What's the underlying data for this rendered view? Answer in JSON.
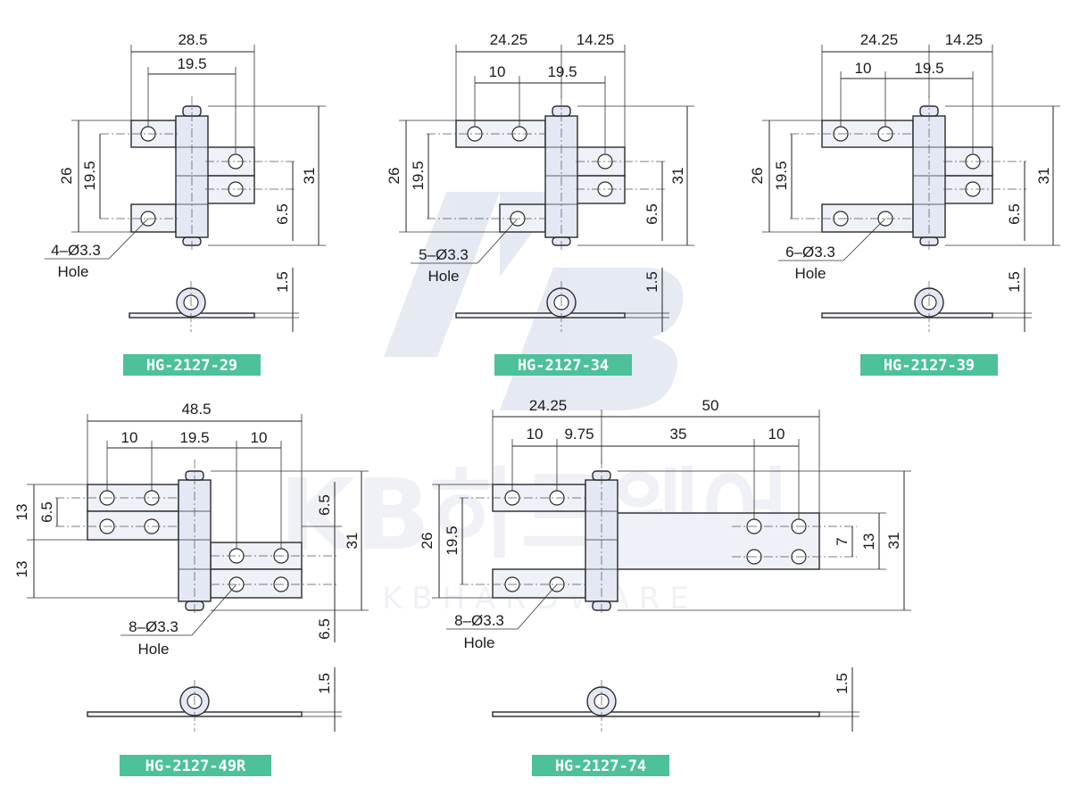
{
  "colors": {
    "label_bg": "#4cc19a",
    "watermark": "#cfd8ea",
    "line": "#222222"
  },
  "watermark": {
    "brand": "KB하드웨어",
    "sub": "K B  H A R D W A R E"
  },
  "parts": [
    {
      "label": "HG-2127-29",
      "widths": [
        "28.5",
        "19.5"
      ],
      "heights": [
        "26",
        "19.5",
        "31",
        "6.5"
      ],
      "thickness": "1.5",
      "holes": [
        "4–Ø3.3",
        "Hole"
      ]
    },
    {
      "label": "HG-2127-34",
      "widths": [
        "24.25",
        "14.25",
        "10",
        "19.5"
      ],
      "heights": [
        "26",
        "19.5",
        "31",
        "6.5"
      ],
      "thickness": "1.5",
      "holes": [
        "5–Ø3.3",
        "Hole"
      ]
    },
    {
      "label": "HG-2127-39",
      "widths": [
        "24.25",
        "14.25",
        "10",
        "19.5"
      ],
      "heights": [
        "26",
        "19.5",
        "31",
        "6.5"
      ],
      "thickness": "1.5",
      "holes": [
        "6–Ø3.3",
        "Hole"
      ]
    },
    {
      "label": "HG-2127-49R",
      "widths": [
        "48.5",
        "10",
        "19.5",
        "10"
      ],
      "heights": [
        "13",
        "6.5",
        "13",
        "6.5",
        "31",
        "6.5"
      ],
      "thickness": "1.5",
      "holes": [
        "8–Ø3.3",
        "Hole"
      ]
    },
    {
      "label": "HG-2127-74",
      "widths": [
        "24.25",
        "50",
        "10",
        "9.75",
        "35",
        "10"
      ],
      "heights": [
        "26",
        "19.5",
        "7",
        "13",
        "31"
      ],
      "thickness": "1.5",
      "holes": [
        "8–Ø3.3",
        "Hole"
      ]
    }
  ]
}
